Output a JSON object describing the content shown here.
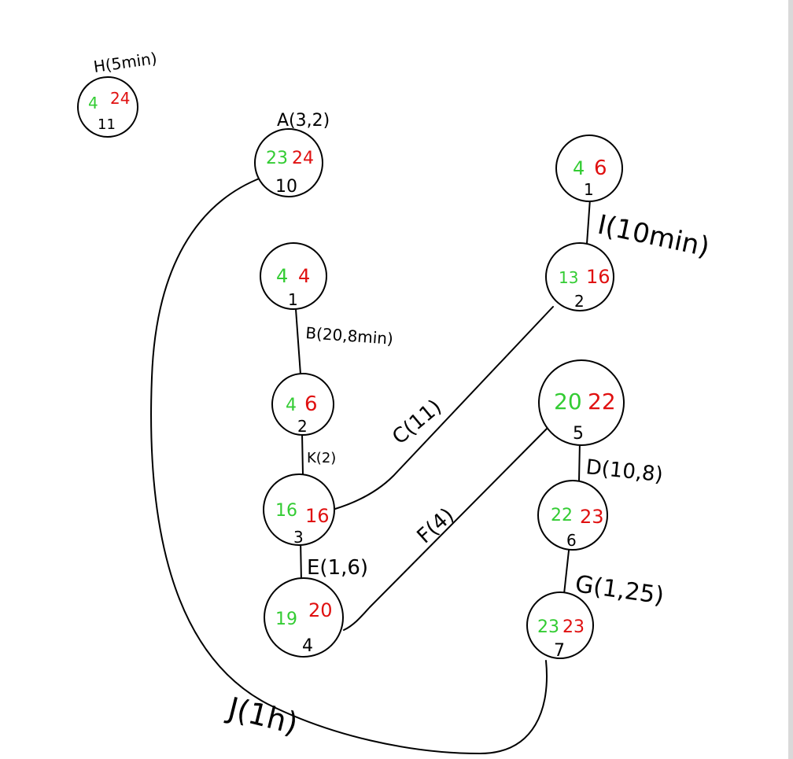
{
  "nodes": [
    {
      "id": "H",
      "title": "H(5min)",
      "early": "4",
      "late": "24",
      "index": "11"
    },
    {
      "id": "A",
      "title": "A(3,2)",
      "early": "23",
      "late": "24",
      "index": "10"
    },
    {
      "id": "B1",
      "title": "",
      "early": "4",
      "late": "4",
      "index": "1"
    },
    {
      "id": "B2",
      "title": "",
      "early": "4",
      "late": "6",
      "index": "2"
    },
    {
      "id": "N3",
      "title": "",
      "early": "16",
      "late": "16",
      "index": "3"
    },
    {
      "id": "N4",
      "title": "",
      "early": "19",
      "late": "20",
      "index": "4"
    },
    {
      "id": "I1",
      "title": "",
      "early": "4",
      "late": "6",
      "index": "1"
    },
    {
      "id": "I2",
      "title": "",
      "early": "13",
      "late": "16",
      "index": "2"
    },
    {
      "id": "N5",
      "title": "",
      "early": "20",
      "late": "22",
      "index": "5"
    },
    {
      "id": "N6",
      "title": "",
      "early": "22",
      "late": "23",
      "index": "6"
    },
    {
      "id": "N7",
      "title": "",
      "early": "23",
      "late": "23",
      "index": "7"
    }
  ],
  "edges": {
    "B": "B(20,8min)",
    "K": "K(2)",
    "E": "E(1,6)",
    "C": "C(11)",
    "F": "F(4)",
    "I": "I(10min)",
    "D": "D(10,8)",
    "G": "G(1,25)",
    "J": "J(1h)"
  },
  "colors": {
    "early": "#33cc33",
    "late": "#e01010",
    "ink": "#000000"
  }
}
